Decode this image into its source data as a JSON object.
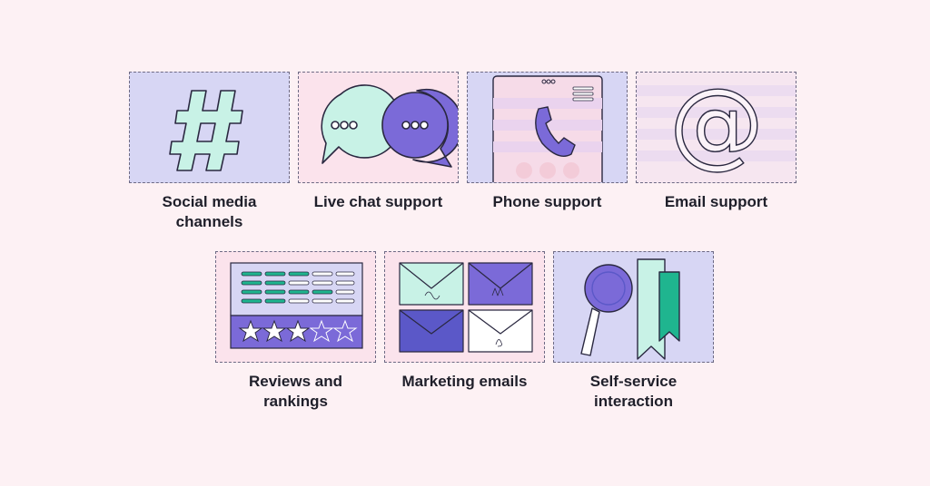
{
  "cards": [
    {
      "label": "Social media channels",
      "line1": "Social media",
      "line2": "channels",
      "icon": "hashtag-icon"
    },
    {
      "label": "Live chat support",
      "line1": "Live chat support",
      "line2": "",
      "icon": "chat-bubbles-icon"
    },
    {
      "label": "Phone support",
      "line1": "Phone support",
      "line2": "",
      "icon": "phone-icon"
    },
    {
      "label": "Email support",
      "line1": "Email support",
      "line2": "",
      "icon": "at-sign-icon"
    },
    {
      "label": "Reviews and rankings",
      "line1": "Reviews and",
      "line2": "rankings",
      "icon": "star-rating-icon"
    },
    {
      "label": "Marketing emails",
      "line1": "Marketing emails",
      "line2": "",
      "icon": "envelopes-icon"
    },
    {
      "label": "Self-service interaction",
      "line1": "Self-service",
      "line2": "interaction",
      "icon": "magnifier-bookmark-icon"
    }
  ],
  "colors": {
    "background": "#fdf1f4",
    "lavender": "#d7d6f4",
    "pink": "#fbe3ec",
    "purple": "#7b6ad8",
    "mint": "#c8f2e6",
    "teal": "#1fb58f"
  }
}
